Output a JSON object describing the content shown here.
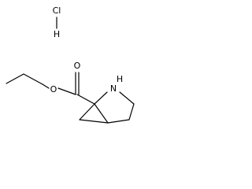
{
  "structure": {
    "type": "chemical-structure",
    "salt": {
      "Cl": "Cl",
      "H": "H"
    },
    "atoms": {
      "ester_oxygen_1": "O",
      "ester_oxygen_2": "O",
      "nitrogen": "N",
      "nitrogen_h": "H"
    }
  }
}
